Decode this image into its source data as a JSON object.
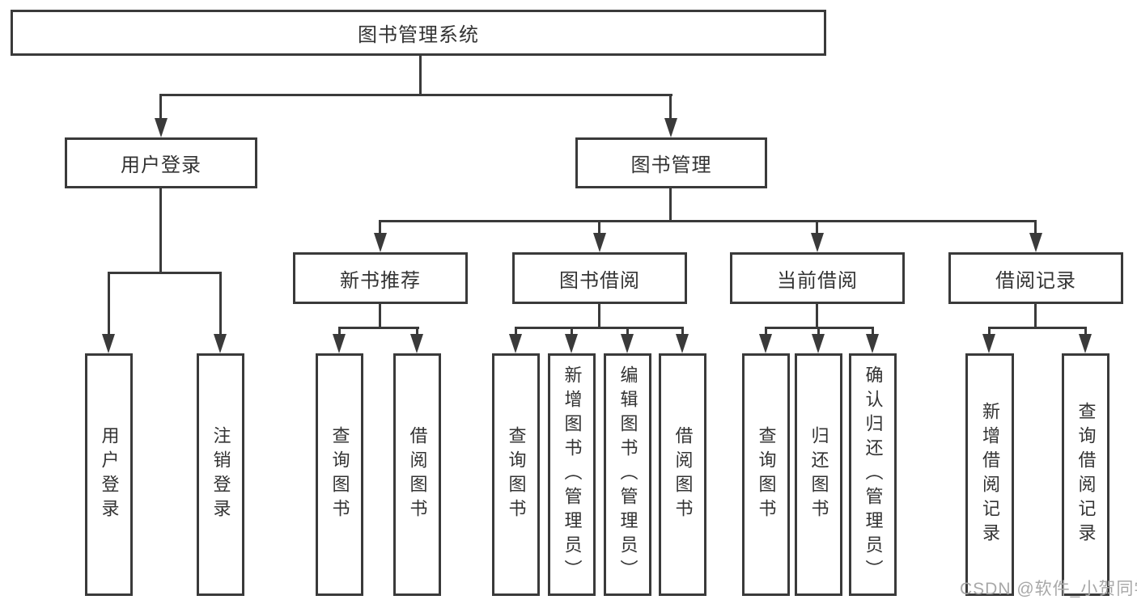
{
  "colors": {
    "line": "#3a3a3a",
    "text": "#333333",
    "background": "#ffffff",
    "watermark_text_color": "#a8a8a8"
  },
  "tree": {
    "root": {
      "label": "图书管理系统"
    },
    "level2": [
      {
        "label": "用户登录"
      },
      {
        "label": "图书管理"
      }
    ],
    "level3": [
      {
        "label": "新书推荐",
        "parent": "图书管理"
      },
      {
        "label": "图书借阅",
        "parent": "图书管理"
      },
      {
        "label": "当前借阅",
        "parent": "图书管理"
      },
      {
        "label": "借阅记录",
        "parent": "图书管理"
      }
    ],
    "leaves": [
      {
        "label": "用户登录",
        "parent": "用户登录"
      },
      {
        "label": "注销登录",
        "parent": "用户登录"
      },
      {
        "label": "查询图书",
        "parent": "新书推荐"
      },
      {
        "label": "借阅图书",
        "parent": "新书推荐"
      },
      {
        "label": "查询图书",
        "parent": "图书借阅"
      },
      {
        "label": "新增图书（管理员）",
        "parent": "图书借阅"
      },
      {
        "label": "编辑图书（管理员）",
        "parent": "图书借阅"
      },
      {
        "label": "借阅图书",
        "parent": "图书借阅"
      },
      {
        "label": "查询图书",
        "parent": "当前借阅"
      },
      {
        "label": "归还图书",
        "parent": "当前借阅"
      },
      {
        "label": "确认归还（管理员）",
        "parent": "当前借阅"
      },
      {
        "label": "新增借阅记录",
        "parent": "借阅记录"
      },
      {
        "label": "查询借阅记录",
        "parent": "借阅记录"
      }
    ]
  },
  "watermark": {
    "text": "CSDN @软件_小贺同学"
  }
}
